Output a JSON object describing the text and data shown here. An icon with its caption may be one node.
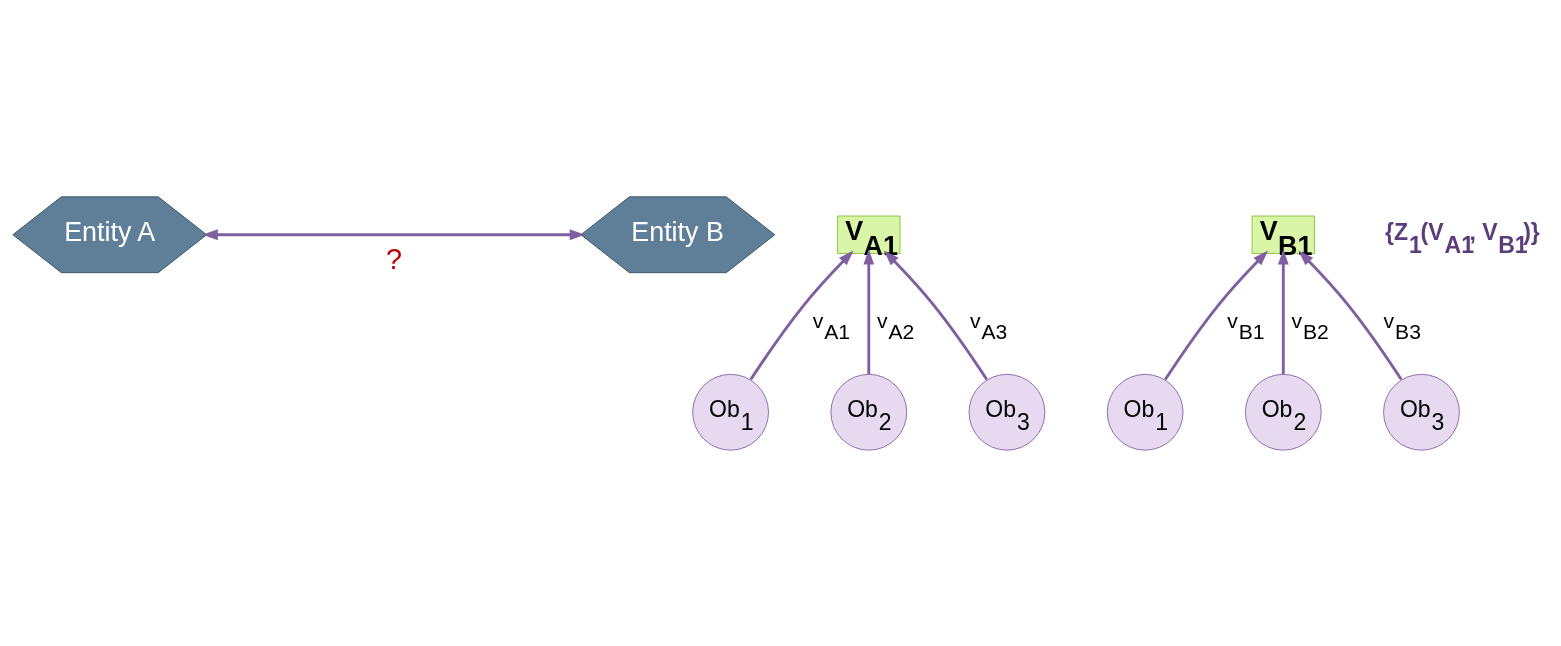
{
  "diagram": {
    "nodes": [
      {
        "text": [
          "Entity A"
        ]
      },
      {
        "text": [
          "V$_{A1}$"
        ]
      },
      {
        "text": [
          "Entity B"
        ]
      },
      {
        "text": [
          "V$_{B1}$"
        ]
      },
      {
        "text": [
          "Ob$_{1}$"
        ]
      },
      {
        "text": [
          "Ob$_{2}$"
        ]
      },
      {
        "text": [
          "Ob$_{3}$"
        ]
      },
      {
        "text": [
          "Ob$_{1}$"
        ]
      },
      {
        "text": [
          "Ob$_{2}$"
        ]
      },
      {
        "text": [
          "Ob$_{3}$"
        ]
      }
    ],
    "edges": [
      {
        "from": 0,
        "to": 2,
        "arrow": "both",
        "label": "?"
      },
      {
        "from": 4,
        "to": 1,
        "arrow": "to",
        "label": "v$_{A1}$"
      },
      {
        "from": 5,
        "to": 1,
        "arrow": "to",
        "label": "v$_{A2}$"
      },
      {
        "from": 6,
        "to": 1,
        "arrow": "to",
        "label": "v$_{A3}$"
      },
      {
        "from": 7,
        "to": 3,
        "arrow": "to",
        "label": "v$_{B1}$"
      },
      {
        "from": 8,
        "to": 3,
        "arrow": "to",
        "label": "v$_{B2}$"
      },
      {
        "from": 9,
        "to": 3,
        "arrow": "to",
        "label": "v$_{B3}$"
      }
    ],
    "labels": [
      "{Z$_{1}$(V$_{A1}$, V$_{B1}$)}"
    ]
  }
}
